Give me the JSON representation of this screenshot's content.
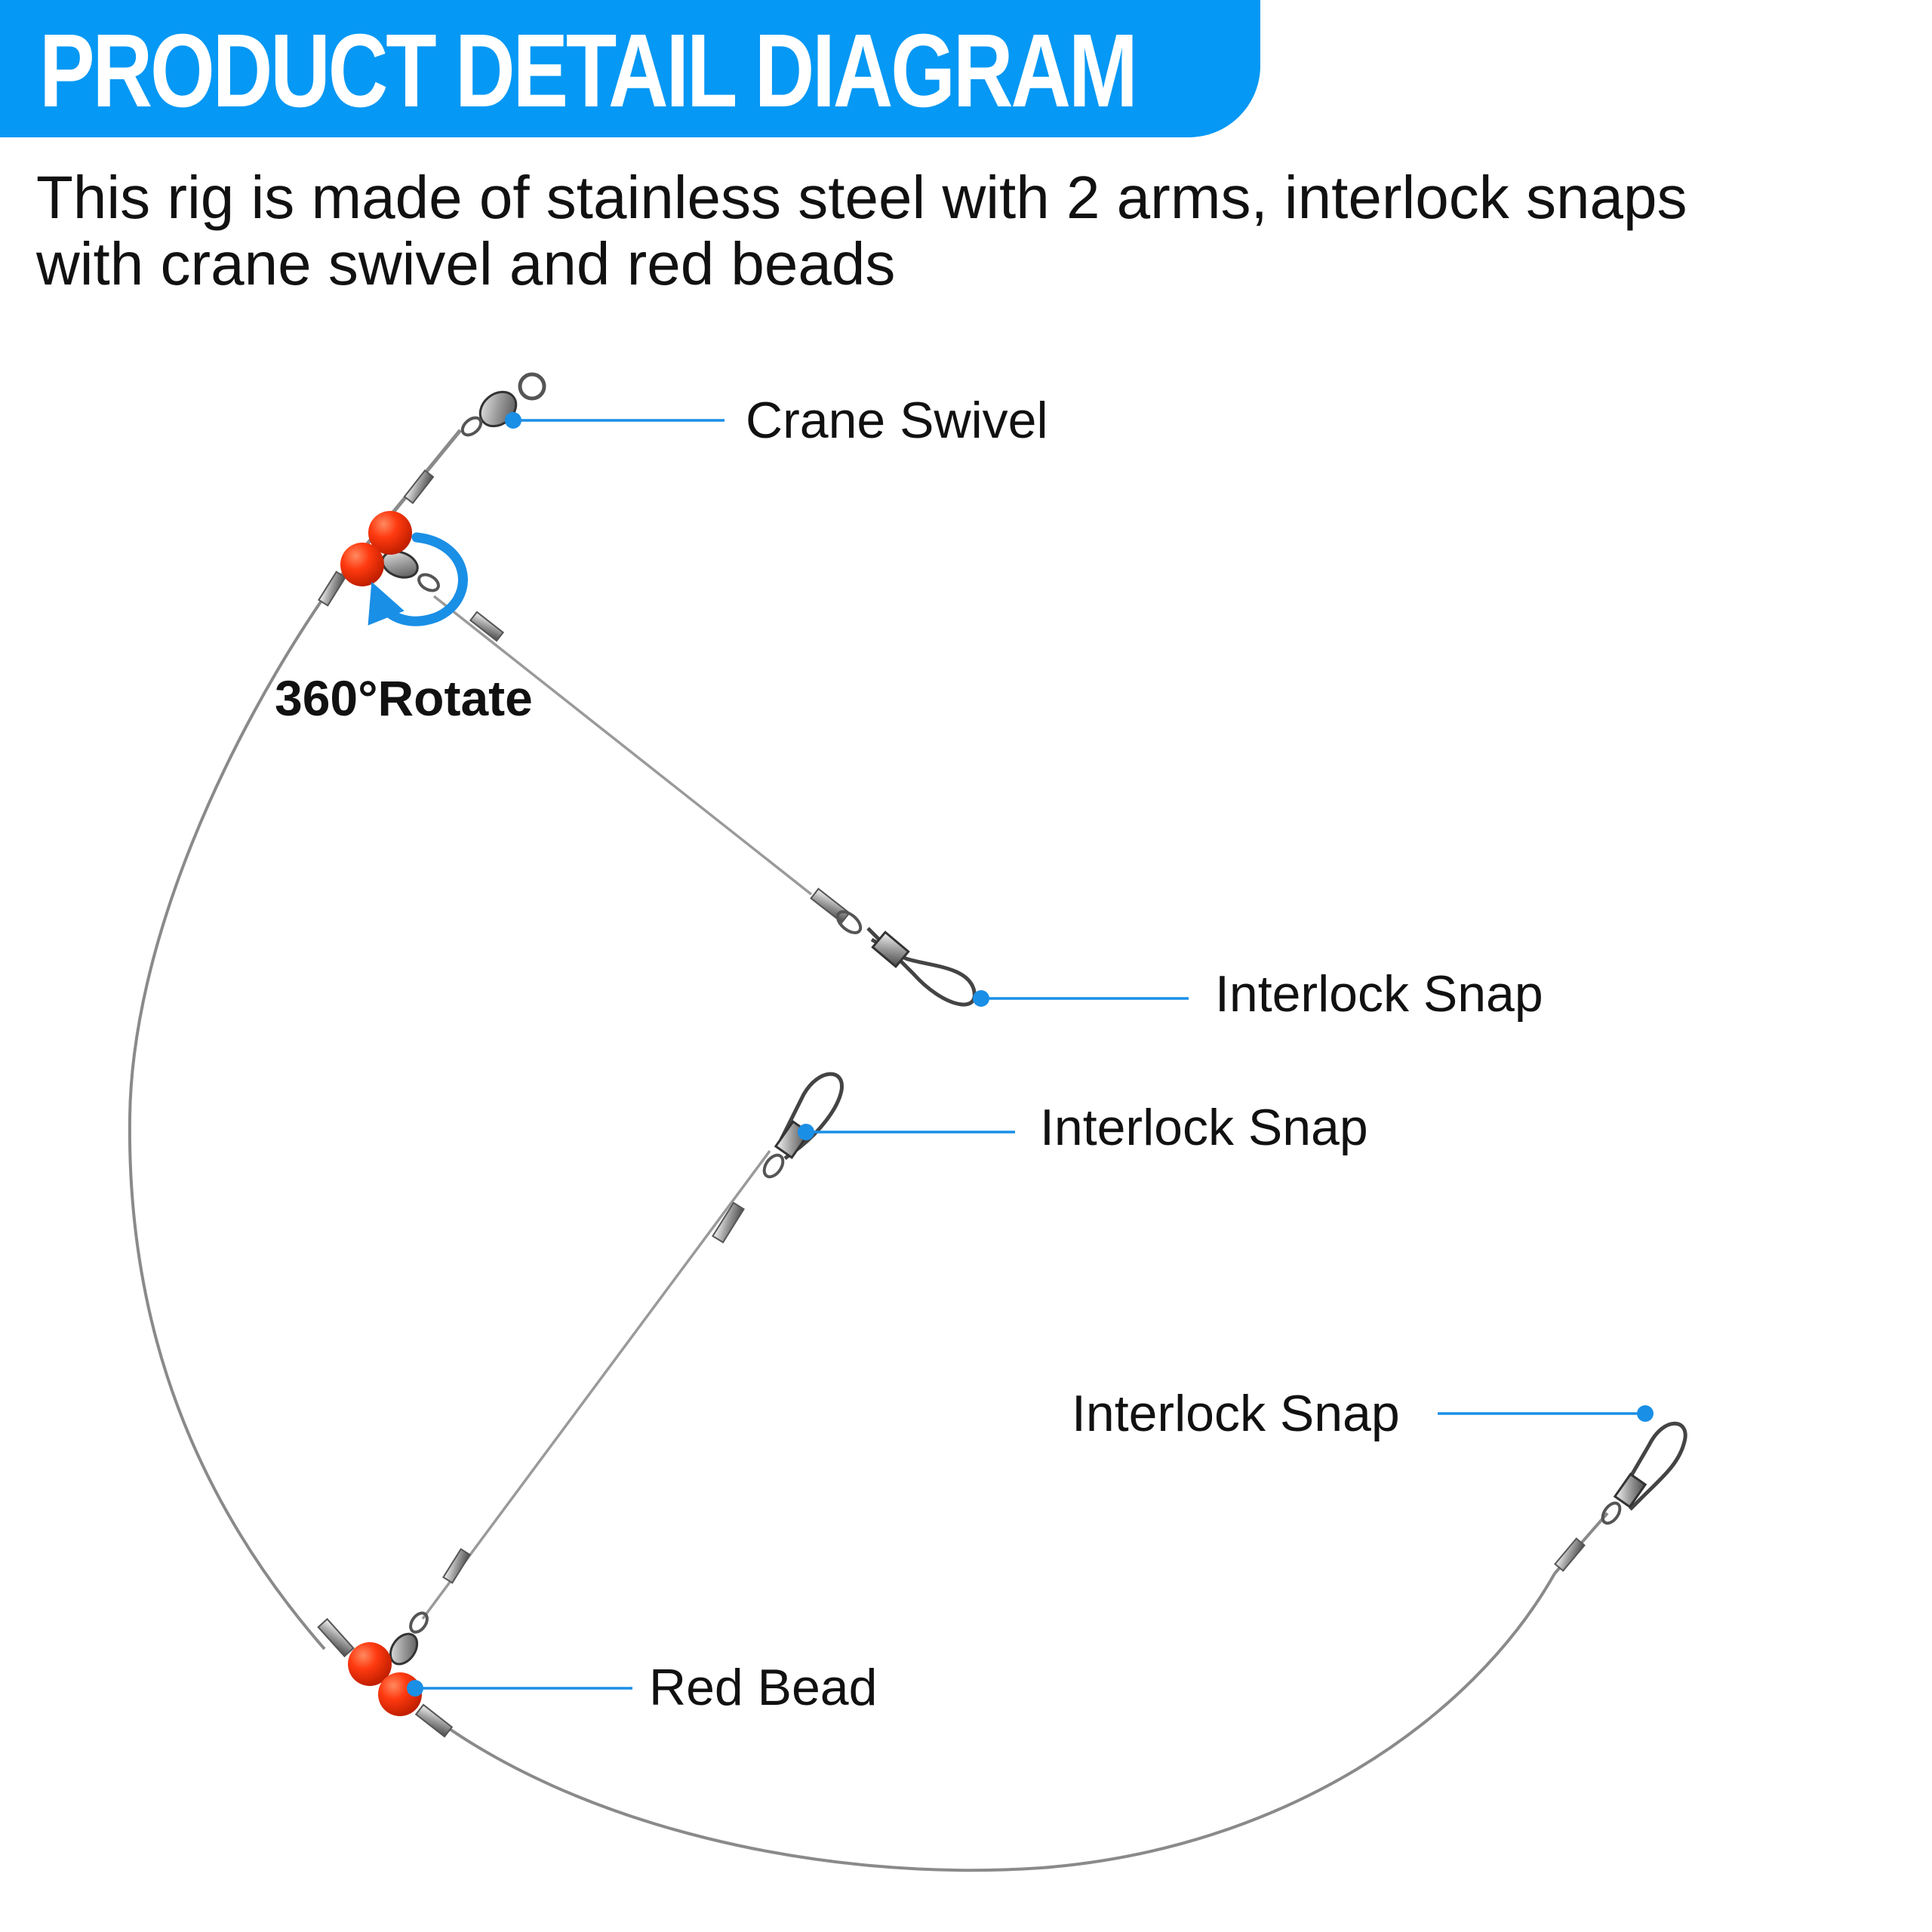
{
  "header": {
    "title": "PRODUCT DETAIL DIAGRAM",
    "description": "This rig is made of stainless steel with 2 arms, interlock snaps with crane swivel and red beads"
  },
  "annotations": {
    "rotate": "360°Rotate"
  },
  "callouts": {
    "crane_swivel": "Crane Swivel",
    "interlock_snap_upper": "Interlock Snap",
    "interlock_snap_middle": "Interlock Snap",
    "interlock_snap_lower": "Interlock Snap",
    "red_bead": "Red Bead"
  },
  "colors": {
    "brand_blue": "#0598f4",
    "bead_red": "#ff3a10",
    "wire_gray": "#8a8a8a",
    "callout_blue": "#1a8fe6"
  },
  "icons": {
    "rotate": "rotate-arrow-icon"
  }
}
